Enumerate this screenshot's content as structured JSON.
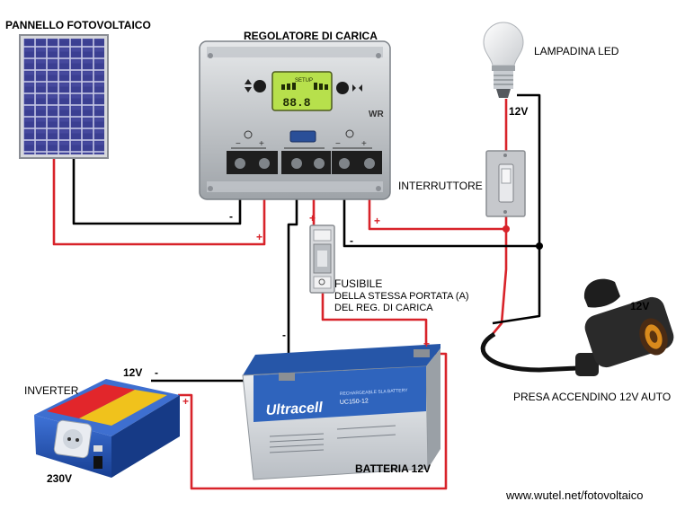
{
  "labels": {
    "solar_panel": "PANNELLO FOTOVOLTAICO",
    "charge_controller": "REGOLATORE DI CARICA",
    "led_bulb": "LAMPADINA LED",
    "led_voltage": "12V",
    "switch": "INTERRUTTORE",
    "fuse_title": "FUSIBILE",
    "fuse_note_1": "DELLA STESSA PORTATA (A)",
    "fuse_note_2": "DEL REG. DI CARICA",
    "socket_voltage": "12V",
    "car_socket": "PRESA ACCENDINO 12V AUTO",
    "inverter": "INVERTER",
    "inverter_in_voltage": "12V",
    "inverter_in_polarity": "-",
    "inverter_out_voltage": "230V",
    "battery": "BATTERIA 12V",
    "website": "www.wutel.net/fotovoltaico"
  },
  "controller": {
    "lcd_top": "SETUP",
    "lcd_digits": "88.8",
    "brand": "WR"
  },
  "battery_body": {
    "brand": "Ultracell",
    "tag": "RECHARGEABLE SLA BATTERY",
    "model": "UC150-12"
  },
  "polarity": {
    "panel_neg": "-",
    "panel_pos": "+",
    "batt_line_neg": "-",
    "batt_line_pos": "+",
    "load_pos": "+",
    "load_neg": "-",
    "inverter_pos": "+"
  },
  "colors": {
    "positive_wire": "#d8232a",
    "negative_wire": "#000000",
    "battery_blue": "#2c63b8",
    "inverter_blue": "#1d4fb0",
    "panel_cell": "#3a3d8f"
  }
}
